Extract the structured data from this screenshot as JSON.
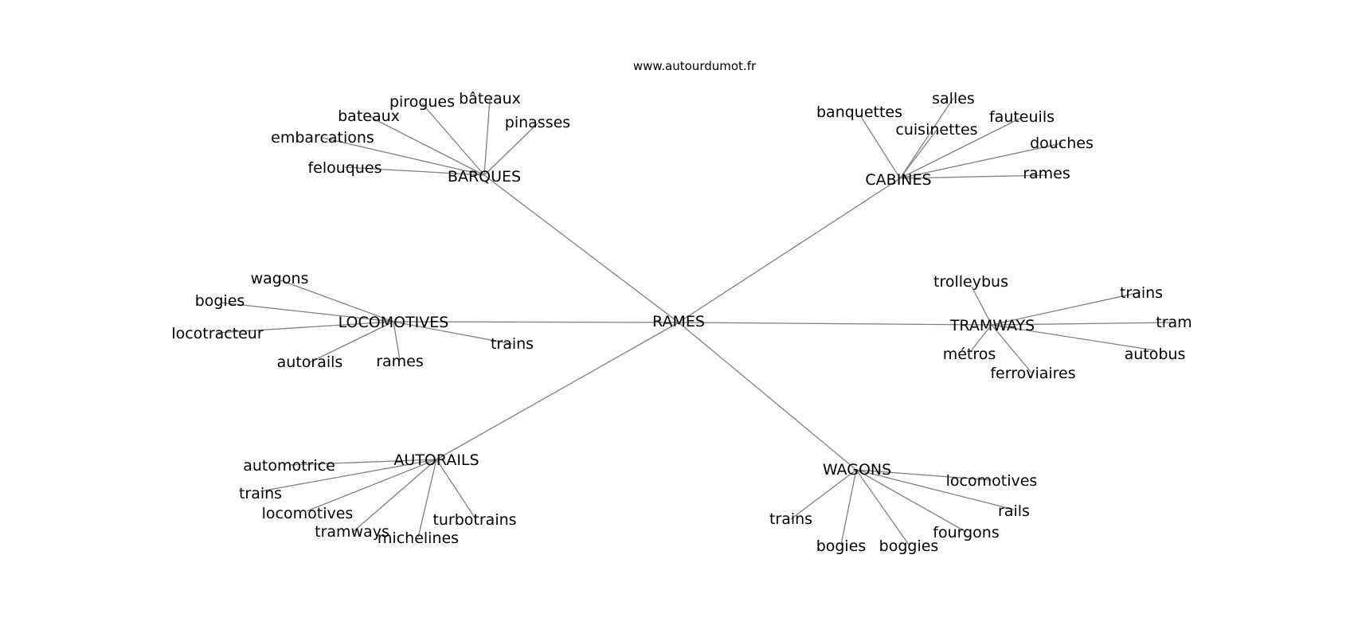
{
  "site": "www.autourdumot.fr",
  "center": "RAMES",
  "clusters": [
    {
      "id": "barques",
      "label": "BARQUES",
      "words": [
        "felouques",
        "embarcations",
        "bateaux",
        "pirogues",
        "bâteaux",
        "pinasses"
      ]
    },
    {
      "id": "cabines",
      "label": "CABINES",
      "words": [
        "banquettes",
        "salles",
        "cuisinettes",
        "fauteuils",
        "douches",
        "rames"
      ]
    },
    {
      "id": "locomotives",
      "label": "LOCOMOTIVES",
      "words": [
        "wagons",
        "bogies",
        "locotracteur",
        "autorails",
        "rames",
        "trains"
      ]
    },
    {
      "id": "tramways",
      "label": "TRAMWAYS",
      "words": [
        "trolleybus",
        "trains",
        "tram",
        "autobus",
        "ferroviaires",
        "métros"
      ]
    },
    {
      "id": "autorails",
      "label": "AUTORAILS",
      "words": [
        "automotrice",
        "trains",
        "locomotives",
        "tramways",
        "michelines",
        "turbotrains"
      ]
    },
    {
      "id": "wagons",
      "label": "WAGONS",
      "words": [
        "locomotives",
        "rails",
        "fourgons",
        "boggies",
        "bogies",
        "trains"
      ]
    }
  ]
}
